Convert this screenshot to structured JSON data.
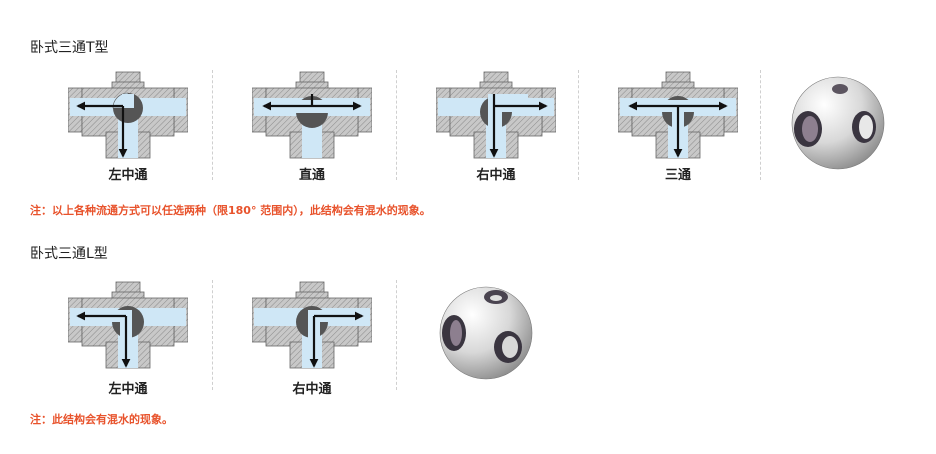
{
  "t_section": {
    "title": "卧式三通T型",
    "modes": [
      {
        "label": "左中通",
        "icon": "valve-left-center-flow-icon"
      },
      {
        "label": "直通",
        "icon": "valve-straight-flow-icon"
      },
      {
        "label": "右中通",
        "icon": "valve-right-center-flow-icon"
      },
      {
        "label": "三通",
        "icon": "valve-three-way-flow-icon"
      }
    ],
    "ball_icon": "t-port-ball-icon",
    "note": "注：以上各种流通方式可以任选两种（限180° 范围内），此结构会有混水的现象。"
  },
  "l_section": {
    "title": "卧式三通L型",
    "modes": [
      {
        "label": "左中通",
        "icon": "valve-left-center-flow-icon"
      },
      {
        "label": "右中通",
        "icon": "valve-right-center-flow-icon"
      }
    ],
    "ball_icon": "l-port-ball-icon",
    "note": "注：此结构会有混水的现象。"
  },
  "colors": {
    "note": "#e8532c",
    "water": "#cfe7f6",
    "body": "#bdbdbd",
    "arrow": "#111111"
  }
}
